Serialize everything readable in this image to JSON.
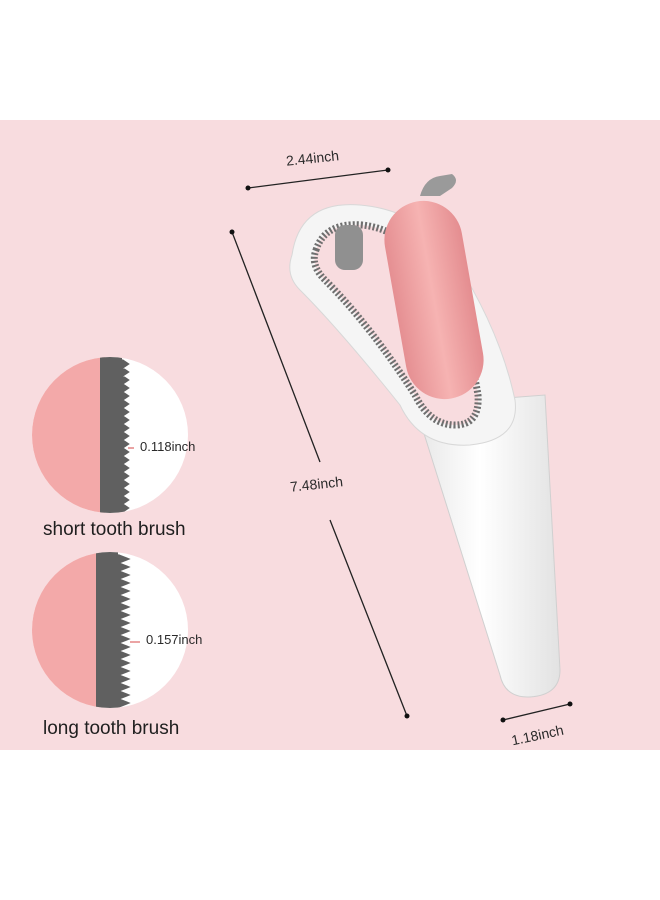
{
  "dimensions": {
    "width_label": "2.44inch",
    "length_label": "7.48inch",
    "handle_label": "1.18inch"
  },
  "details": [
    {
      "tooth_height": "0.118inch",
      "caption": "short tooth brush"
    },
    {
      "tooth_height": "0.157inch",
      "caption": "long tooth brush"
    }
  ],
  "colors": {
    "background": "#f8dcdf",
    "brush_body": "#f4f4f4",
    "bristles": "#6f6f6f",
    "roller": "#f3a8a8"
  }
}
